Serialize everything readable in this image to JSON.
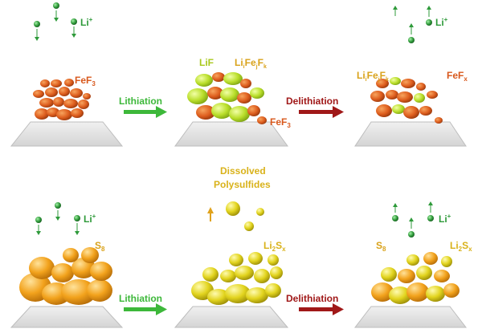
{
  "top_row": {
    "li_label_left": "Li",
    "li_label_right": "Li",
    "li_charge": "+",
    "panel1": {
      "label": "FeF",
      "sub": "3"
    },
    "arrow1": {
      "label": "Lithiation"
    },
    "panel2": {
      "label_lif": "LiF",
      "label_mixed": {
        "parts": [
          "Li",
          "i",
          "Fe",
          "j",
          "F",
          "k"
        ]
      },
      "label_fef3": "FeF",
      "label_fef3_sub": "3"
    },
    "arrow2": {
      "label": "Delithiation"
    },
    "panel3": {
      "label_mixed": {
        "parts": [
          "Li",
          "i",
          "Fe",
          "j",
          "F",
          "k"
        ]
      },
      "label_fefx": "FeF",
      "label_fefx_sub": "x"
    }
  },
  "bottom_row": {
    "li_label_left": "Li",
    "li_label_right": "Li",
    "li_charge": "+",
    "panel1": {
      "label": "S",
      "sub": "8"
    },
    "arrow1": {
      "label": "Lithiation"
    },
    "dissolved": {
      "line1": "Dissolved",
      "line2": "Polysulfides"
    },
    "panel2": {
      "label": "Li",
      "sub1": "2",
      "mid": "S",
      "sub2": "x"
    },
    "arrow2": {
      "label": "Delithiation"
    },
    "panel3": {
      "label_s8": "S",
      "label_s8_sub": "8",
      "label_li2sx": "Li",
      "label_li2sx_sub1": "2",
      "label_li2sx_mid": "S",
      "label_li2sx_sub2": "x"
    }
  },
  "colors": {
    "li_green": "#2e9a3a",
    "lithiation_green": "#3db83a",
    "delithiation_red": "#a01818",
    "fef_orange": "#d8581c",
    "lif_green": "#b6dc28",
    "sulfur_orange": "#f0a018",
    "polysulfide_yellow": "#e0d21c",
    "label_yellow": "#d9b21a"
  },
  "icons": [
    "lithium-ion-icon",
    "arrow-right-icon",
    "arrow-up-icon",
    "arrow-down-icon"
  ]
}
